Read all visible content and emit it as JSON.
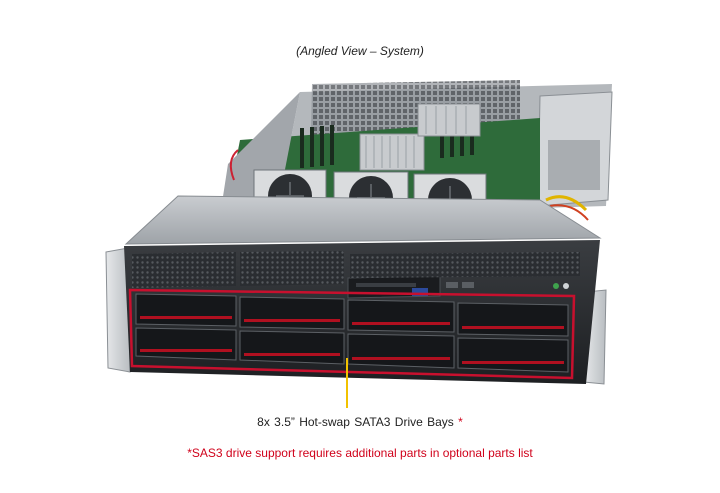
{
  "header": {
    "view_caption": "(Angled View – System)"
  },
  "callout": {
    "bays_text": "8x 3.5” Hot-swap SATA3 Drive Bays",
    "asterisk": "*"
  },
  "footnote": {
    "text": "*SAS3 drive support requires additional parts in optional parts list"
  },
  "colors": {
    "callout_line": "#f2c200",
    "footnote_red": "#d0021b",
    "highlight_red": "#c8102e"
  },
  "icons": [
    "server-chassis",
    "cooling-fan",
    "drive-bay",
    "dvd-drive",
    "vga-port",
    "usb-port"
  ]
}
